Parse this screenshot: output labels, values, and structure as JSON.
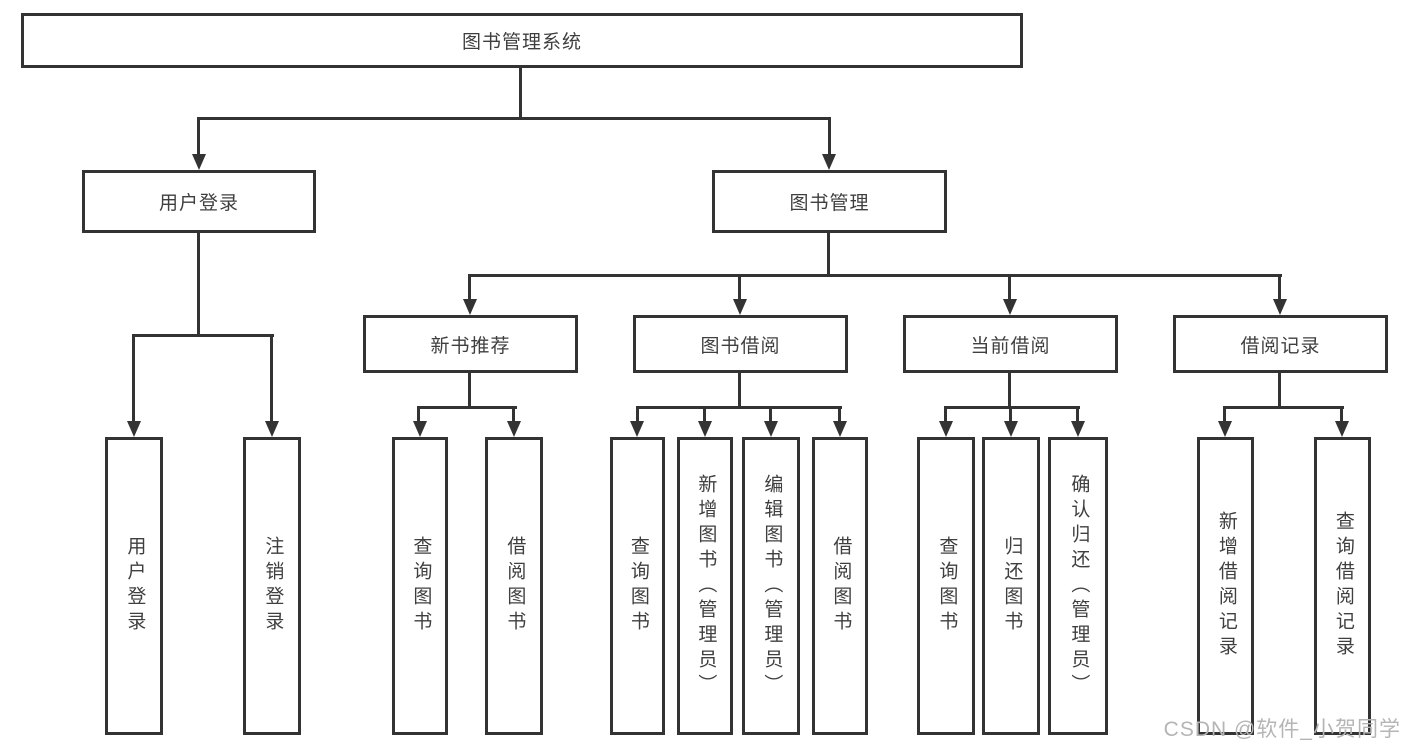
{
  "diagram": {
    "title": "图书管理系统",
    "watermark": "CSDN @软件_小贺同学",
    "colors": {
      "line": "#333333",
      "text": "#3f3f3f",
      "box_fill": "#ffffff",
      "watermark": "#b5b5b5"
    },
    "level2": [
      {
        "label": "用户登录"
      },
      {
        "label": "图书管理"
      }
    ],
    "level3": [
      {
        "label": "新书推荐",
        "parent": "图书管理"
      },
      {
        "label": "图书借阅",
        "parent": "图书管理"
      },
      {
        "label": "当前借阅",
        "parent": "图书管理"
      },
      {
        "label": "借阅记录",
        "parent": "图书管理"
      }
    ],
    "leaves": [
      {
        "label": "用户登录",
        "parent": "用户登录"
      },
      {
        "label": "注销登录",
        "parent": "用户登录"
      },
      {
        "label": "查询图书",
        "parent": "新书推荐"
      },
      {
        "label": "借阅图书",
        "parent": "新书推荐"
      },
      {
        "label": "查询图书",
        "parent": "图书借阅"
      },
      {
        "label": "新增图书（管理员）",
        "parent": "图书借阅"
      },
      {
        "label": "编辑图书（管理员）",
        "parent": "图书借阅"
      },
      {
        "label": "借阅图书",
        "parent": "图书借阅"
      },
      {
        "label": "查询图书",
        "parent": "当前借阅"
      },
      {
        "label": "归还图书",
        "parent": "当前借阅"
      },
      {
        "label": "确认归还（管理员）",
        "parent": "当前借阅"
      },
      {
        "label": "新增借阅记录",
        "parent": "借阅记录"
      },
      {
        "label": "查询借阅记录",
        "parent": "借阅记录"
      }
    ]
  }
}
